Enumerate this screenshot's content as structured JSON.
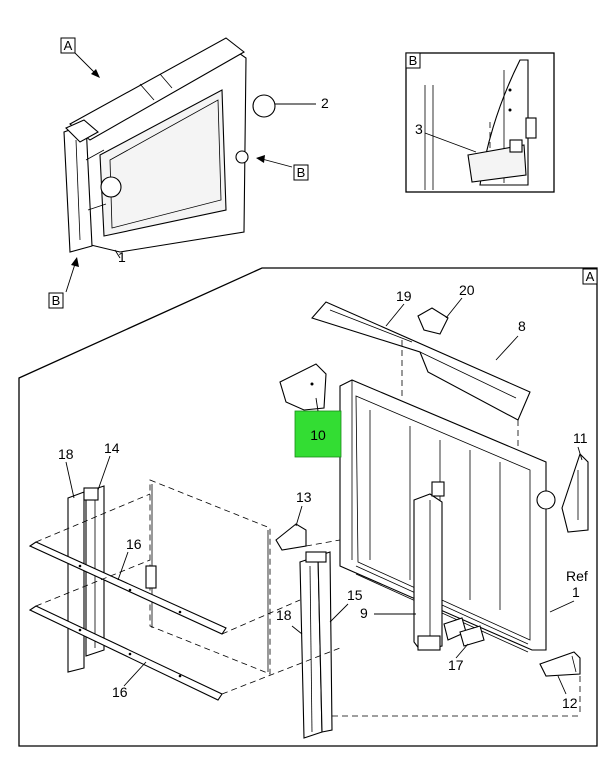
{
  "view_labels": {
    "a_top": "A",
    "b_bottom": "B",
    "b_right_arrow": "B",
    "b_detail": "B",
    "a_detail": "A"
  },
  "callouts": {
    "c1_top": "1",
    "c2": "2",
    "c3": "3",
    "c19": "19",
    "c20": "20",
    "c8": "8",
    "c10": "10",
    "c11": "11",
    "c18_left": "18",
    "c14": "14",
    "c16_upper": "16",
    "c16_lower": "16",
    "c13": "13",
    "c18_mid": "18",
    "c15": "15",
    "c9": "9",
    "c17": "17",
    "c12": "12",
    "c1_ref_word": "Ref",
    "c1_ref": "1"
  },
  "colors": {
    "highlight": "#33dd33",
    "line": "#000000",
    "background": "#ffffff"
  }
}
